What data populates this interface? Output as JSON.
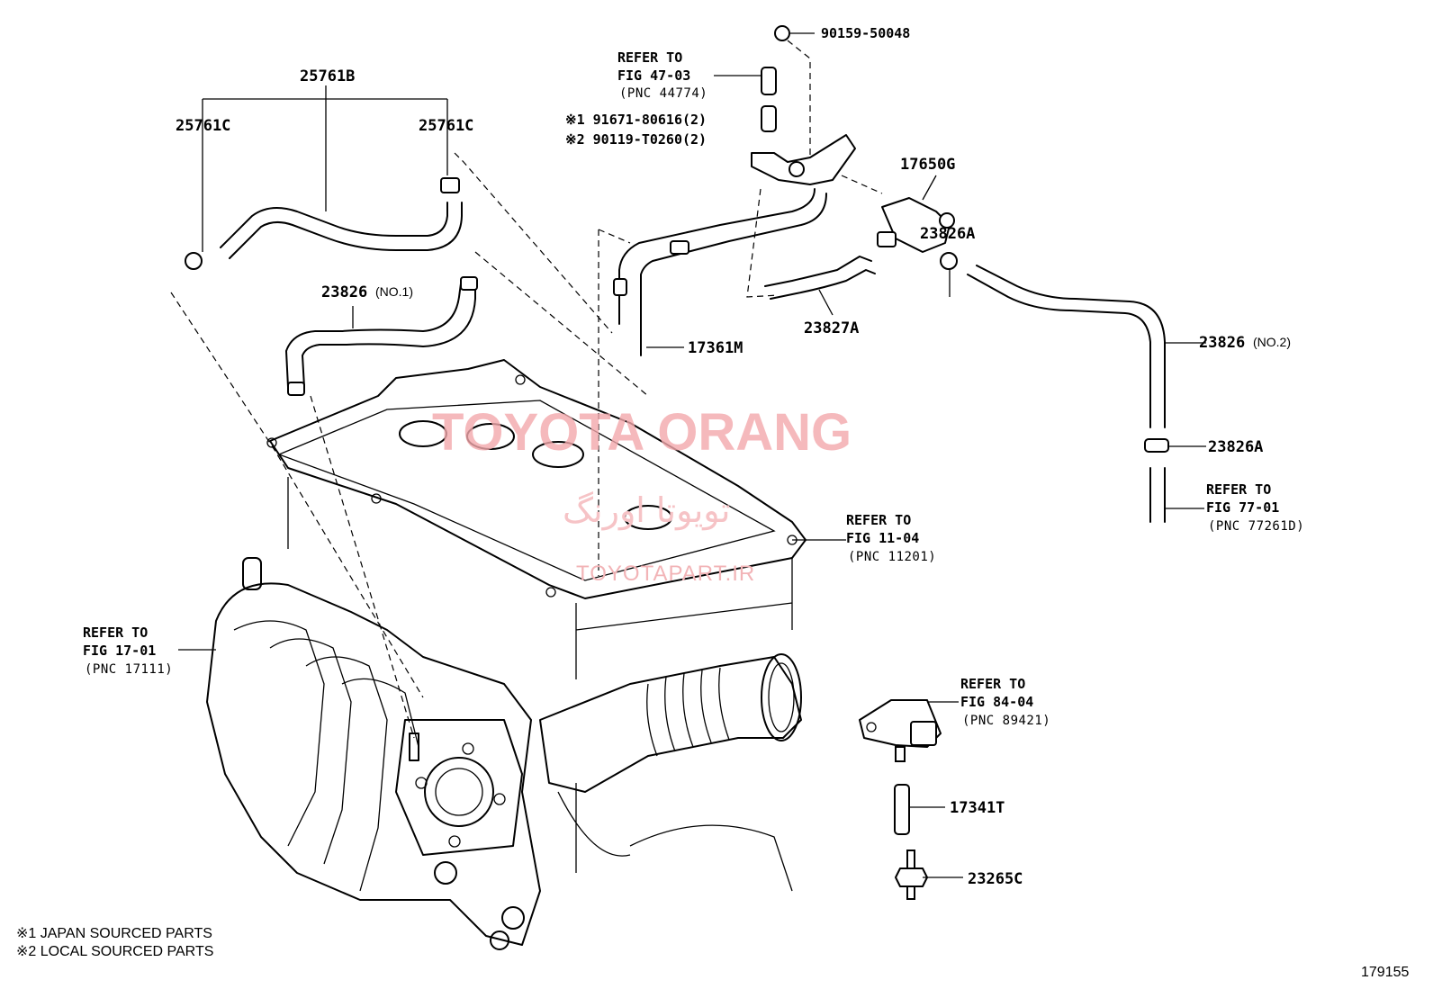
{
  "watermark": {
    "main": "TOYOTA ORANG",
    "persian": "تویوتا اورنگ",
    "site": "TOYOTAPART.IR"
  },
  "part_labels": {
    "p25761B": "25761B",
    "p25761C_left": "25761C",
    "p25761C_right": "25761C",
    "p23826_no1": "23826",
    "p23826_no1_suffix": "(NO.1)",
    "p17361M": "17361M",
    "p90159": "90159-50048",
    "p91671": "※1 91671-80616(2)",
    "p90119": "※2 90119-T0260(2)",
    "p17650G": "17650G",
    "p23827A": "23827A",
    "p23826A_top": "23826A",
    "p23826_no2": "23826",
    "p23826_no2_suffix": "(NO.2)",
    "p23826A_bottom": "23826A",
    "p17341T": "17341T",
    "p23265C": "23265C"
  },
  "refer_blocks": {
    "fig4703": {
      "line1": "REFER TO",
      "line2": "FIG 47-03",
      "line3": "(PNC 44774)"
    },
    "fig7701": {
      "line1": "REFER TO",
      "line2": "FIG 77-01",
      "line3": "(PNC 77261D)"
    },
    "fig1104": {
      "line1": "REFER TO",
      "line2": "FIG 11-04",
      "line3": "(PNC 11201)"
    },
    "fig1701": {
      "line1": "REFER TO",
      "line2": "FIG 17-01",
      "line3": "(PNC 17111)"
    },
    "fig8404": {
      "line1": "REFER TO",
      "line2": "FIG 84-04",
      "line3": "(PNC 89421)"
    }
  },
  "notes": {
    "japan": "※1 JAPAN SOURCED PARTS",
    "local": "※2 LOCAL SOURCED PARTS"
  },
  "figure_number": "179155"
}
